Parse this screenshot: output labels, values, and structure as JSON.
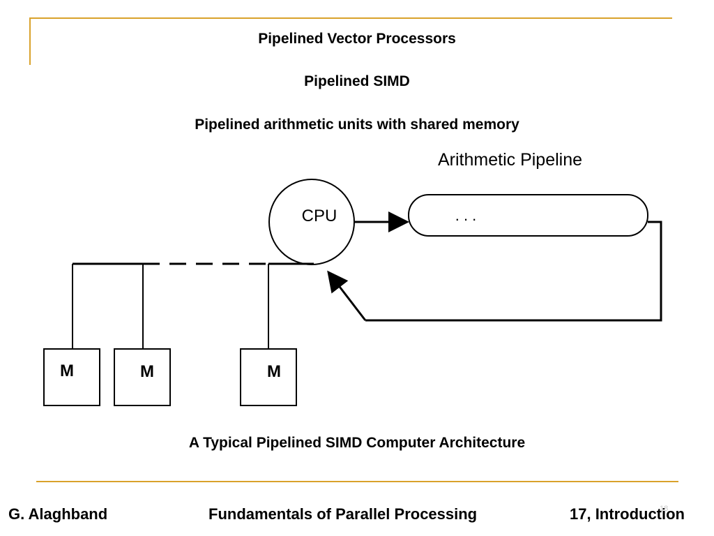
{
  "slide": {
    "title": "Pipelined Vector Processors",
    "subtitle1": "Pipelined SIMD",
    "subtitle2": "Pipelined arithmetic units with shared memory",
    "caption": "A Typical Pipelined SIMD Computer Architecture"
  },
  "diagram": {
    "pipeline_label": "Arithmetic Pipeline",
    "cpu_label": "CPU",
    "pipeline_content": ". . .",
    "memory_labels": [
      "M",
      "M",
      "M"
    ]
  },
  "footer": {
    "author": "G. Alaghband",
    "book": "Fundamentals of Parallel Processing",
    "page": "17, Introduction",
    "slide_number": "18"
  },
  "colors": {
    "accent_rule": "#d9a22b",
    "text": "#000000",
    "background": "#ffffff"
  }
}
